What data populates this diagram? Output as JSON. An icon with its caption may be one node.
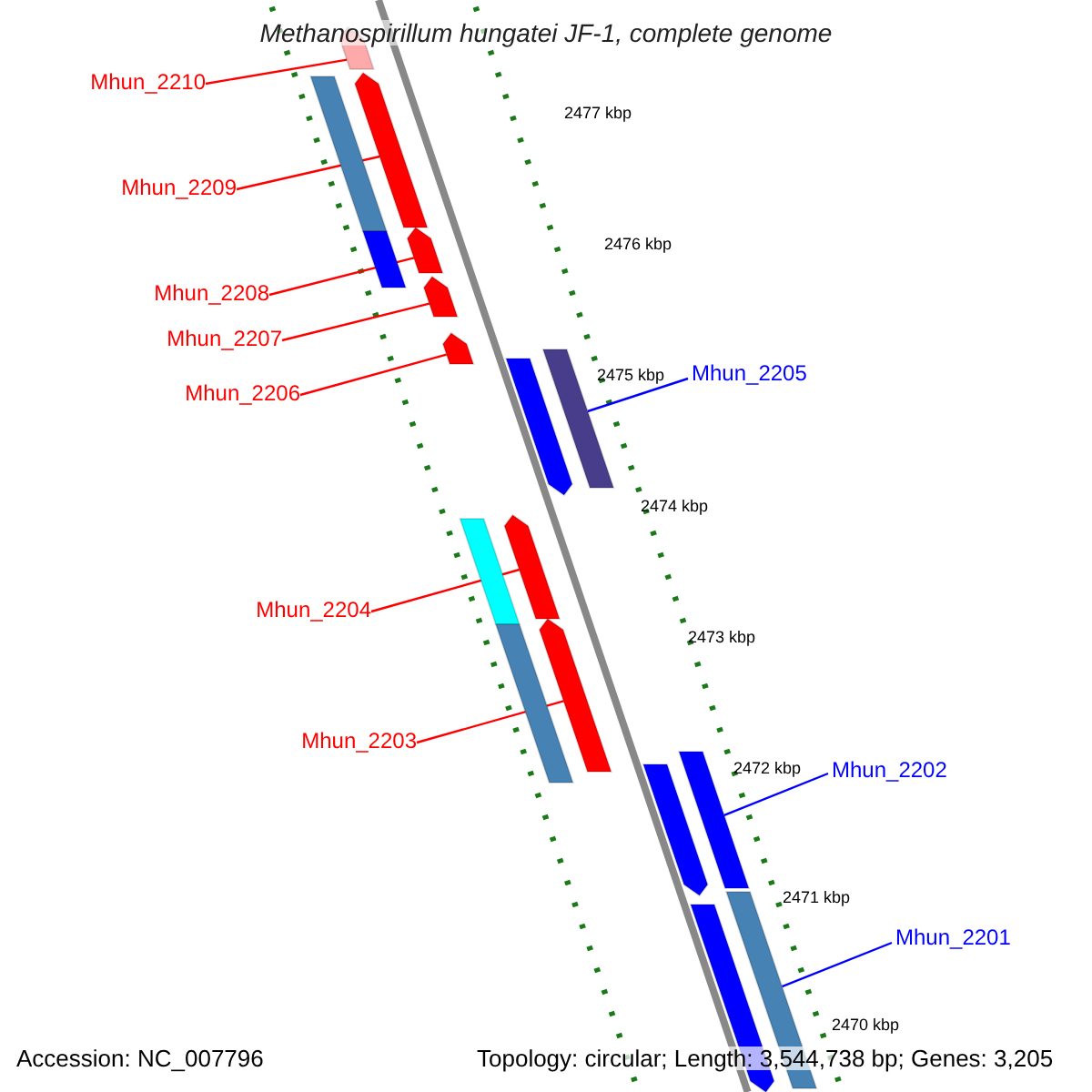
{
  "diagram": {
    "title": "Methanospirillum hungatei JF-1, complete genome",
    "nodes": [
      {
        "text": [
          "Mhun_2210"
        ]
      },
      {
        "text": [
          "Mhun_2209"
        ]
      },
      {
        "text": [
          "Mhun_2208"
        ]
      },
      {
        "text": [
          "Mhun_2207"
        ]
      },
      {
        "text": [
          "Mhun_2206"
        ]
      },
      {
        "text": [
          "Mhun_2205"
        ]
      },
      {
        "text": [
          "Mhun_2204"
        ]
      },
      {
        "text": [
          "Mhun_2203"
        ]
      },
      {
        "text": [
          "Mhun_2202"
        ]
      },
      {
        "text": [
          "Mhun_2201"
        ]
      },
      {
        "text": [],
        "shape": "bar"
      },
      {
        "text": [],
        "shape": "bar"
      },
      {
        "text": [],
        "shape": "bar"
      },
      {
        "text": [],
        "shape": "bar"
      },
      {
        "text": [],
        "shape": "bar"
      },
      {
        "text": [],
        "shape": "bar"
      },
      {
        "text": [],
        "shape": "bar"
      },
      {
        "text": [],
        "shape": "bar"
      },
      {
        "text": [],
        "shape": "bar"
      },
      {
        "text": [],
        "shape": "bar"
      },
      {
        "text": [],
        "shape": "bar"
      },
      {
        "text": [],
        "shape": "bar"
      },
      {
        "text": [],
        "shape": "bar"
      },
      {
        "text": [],
        "shape": "bar"
      },
      {
        "text": [],
        "shape": "bar"
      },
      {
        "text": [],
        "shape": "bar"
      },
      {
        "text": [],
        "shape": "bar"
      }
    ],
    "edges": [
      {
        "from": 0,
        "to": 10,
        "arrow": "none"
      },
      {
        "from": 1,
        "to": 11,
        "arrow": "none"
      },
      {
        "from": 2,
        "to": 13,
        "arrow": "none"
      },
      {
        "from": 3,
        "to": 15,
        "arrow": "none"
      },
      {
        "from": 4,
        "to": 16,
        "arrow": "none"
      },
      {
        "from": 5,
        "to": 17,
        "arrow": "none",
        "color": "#0000ff"
      },
      {
        "from": 6,
        "to": 19,
        "arrow": "none"
      },
      {
        "from": 7,
        "to": 21,
        "arrow": "none"
      },
      {
        "from": 8,
        "to": 23,
        "arrow": "none",
        "color": "#0000ff"
      },
      {
        "from": 9,
        "to": 25,
        "arrow": "none",
        "color": "#0000ff"
      }
    ],
    "labels": [
      "2477 kbp",
      "2476 kbp",
      "2475 kbp",
      "2474 kbp",
      "2473 kbp",
      "2472 kbp",
      "2471 kbp",
      "2470 kbp",
      "Accession: NC_007796",
      "Topology: circular; Length: 3,544,738 bp; Genes: 3,205"
    ]
  }
}
